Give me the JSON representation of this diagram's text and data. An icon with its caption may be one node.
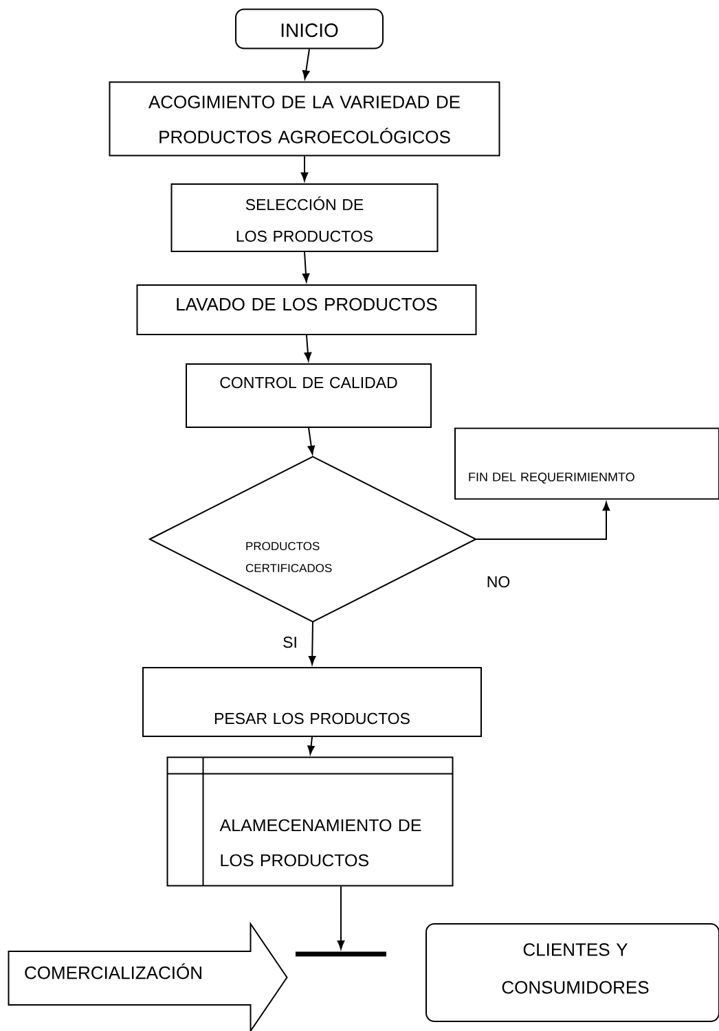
{
  "diagram": {
    "nodes": [
      {
        "text": [
          "INICIO"
        ]
      },
      {
        "text": [
          "ACOGIMIENTO DE LA VARIEDAD DE PRODUCTOS AGROECOLÓGICOS"
        ]
      },
      {
        "text": [
          "SELECCIÓN DE LOS PRODUCTOS"
        ]
      },
      {
        "text": [
          "LAVADO DE LOS PRODUCTOS"
        ]
      },
      {
        "text": [
          "CONTROL DE CALIDAD"
        ]
      },
      {
        "text": [
          "PRODUCTOS CERTIFICADOS"
        ]
      },
      {
        "text": [
          "FIN DEL REQUERIMIENMTO"
        ]
      },
      {
        "text": [
          "PESAR LOS PRODUCTOS"
        ]
      },
      {
        "text": [
          "ALAMECENAMIENTO DE LOS PRODUCTOS"
        ]
      },
      {
        "text": [
          "COMERCIALIZACIÓN"
        ]
      },
      {
        "text": [],
        "shape": "bar"
      },
      {
        "text": [
          "CLIENTES Y CONSUMIDORES"
        ]
      }
    ],
    "edges": [
      {
        "from": 0,
        "to": 1,
        "arrow": "to"
      },
      {
        "from": 1,
        "to": 2,
        "arrow": "to"
      },
      {
        "from": 2,
        "to": 3,
        "arrow": "to"
      },
      {
        "from": 3,
        "to": 4,
        "arrow": "to"
      },
      {
        "from": 4,
        "to": 5,
        "arrow": "to"
      },
      {
        "from": 5,
        "to": 6,
        "arrow": "to",
        "label": "NO"
      },
      {
        "from": 5,
        "to": 7,
        "arrow": "to",
        "label": "SI"
      },
      {
        "from": 7,
        "to": 8,
        "arrow": "to"
      },
      {
        "from": 8,
        "to": 10,
        "arrow": "to"
      }
    ]
  }
}
